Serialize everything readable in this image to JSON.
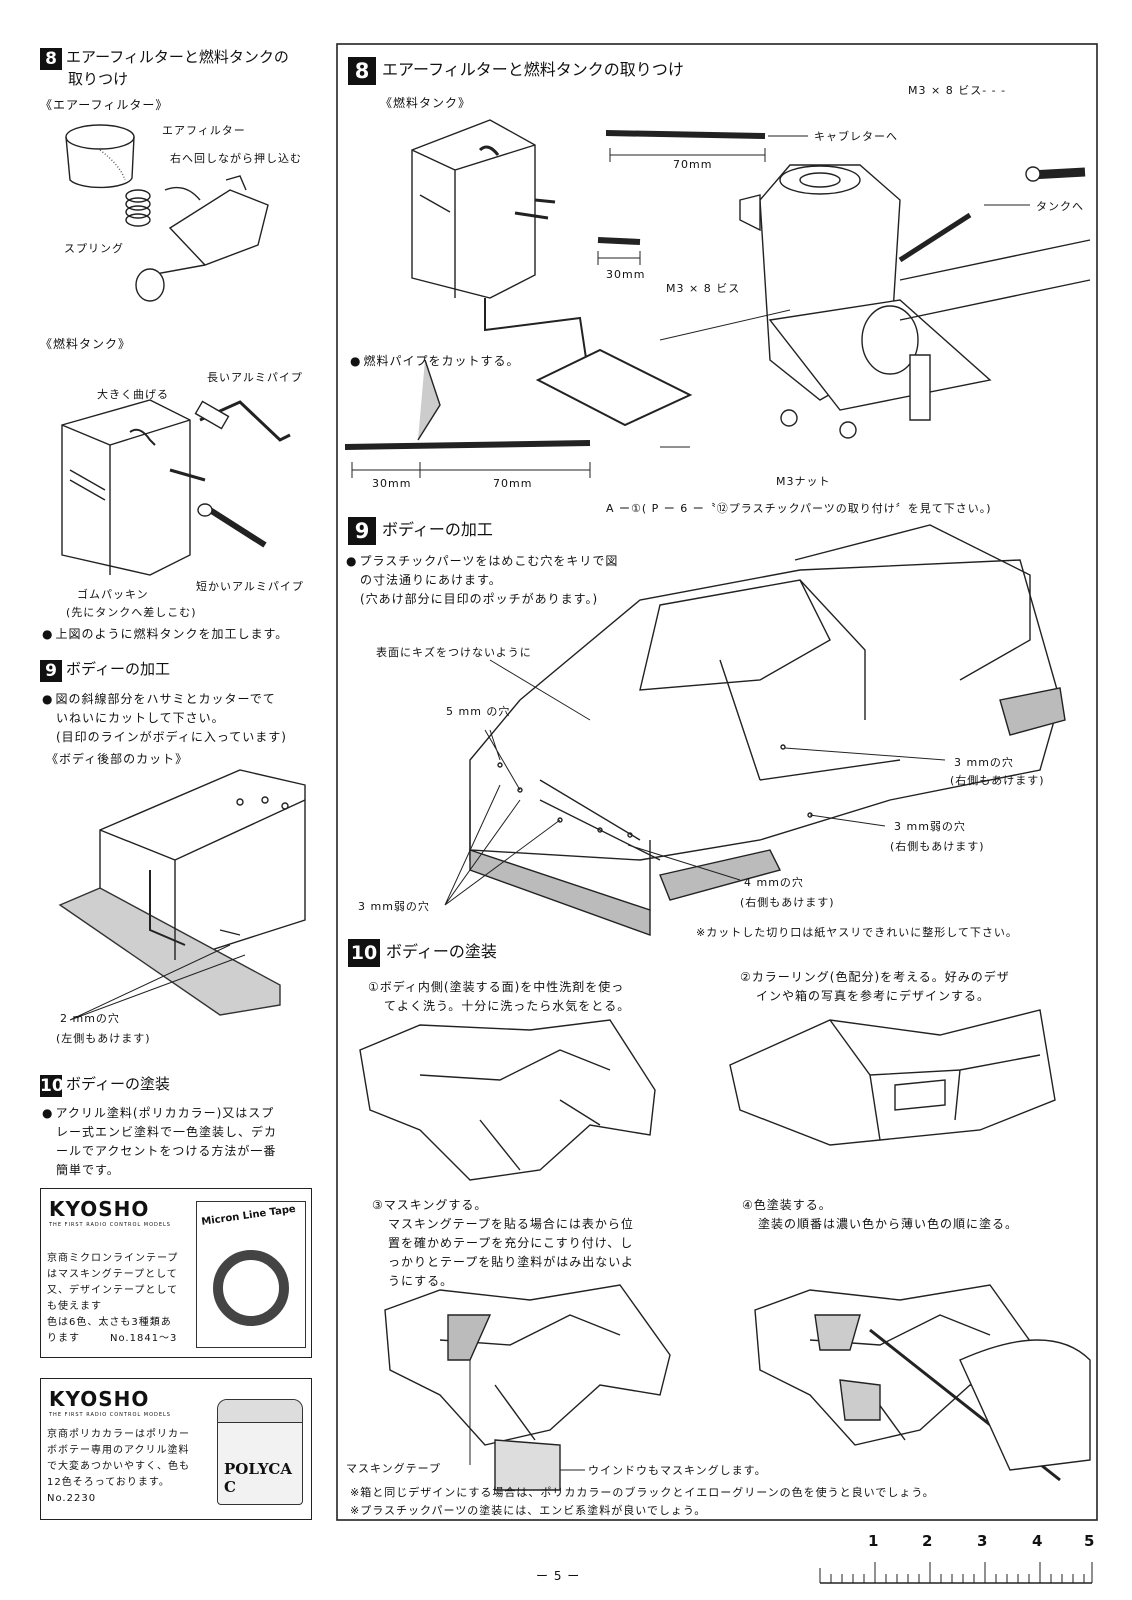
{
  "left": {
    "s8": {
      "num": "8",
      "title_line1": "エアーフィルターと燃料タンクの",
      "title_line2": "取りつけ"
    },
    "air_filter_heading": "《エアーフィルター》",
    "air_filter_labels": {
      "filter": "エアフィルター",
      "push": "右へ回しながら押し込む",
      "spring": "スプリング"
    },
    "fuel_tank_heading": "《燃料タンク》",
    "fuel_tank_labels": {
      "long_pipe": "長いアルミパイプ",
      "bend": "大きく曲げる",
      "rubber": "ゴムパッキン",
      "rubber_note": "(先にタンクへ差しこむ)",
      "short_pipe": "短かいアルミパイプ"
    },
    "fuel_tank_note": "上図のように燃料タンクを加工します。",
    "s9": {
      "num": "9",
      "title": "ボディーの加工"
    },
    "s9_text1": "図の斜線部分をハサミとカッターでて",
    "s9_text2": "いねいにカットして下さい。",
    "s9_text3": "(目印のラインがボディに入っています)",
    "body_rear_heading": "《ボディ後部のカット》",
    "hole_label": "2 mmの穴",
    "hole_note": "(左側もあけます)",
    "s10": {
      "num": "10",
      "title": "ボディーの塗装"
    },
    "s10_text1": "アクリル塗料(ポリカカラー)又はスプ",
    "s10_text2": "レー式エンビ塗料で一色塗装し、デカ",
    "s10_text3": "ールでアクセントをつける方法が一番",
    "s10_text4": "簡単です。",
    "ad1": {
      "logo": "KYOSHO",
      "tagline": "THE FIRST RADIO CONTROL MODELS",
      "product": "Micron Line Tape",
      "line1": "京商ミクロンラインテープ",
      "line2": "はマスキングテープとして",
      "line3": "又、デザインテープとして",
      "line4": "も使えます",
      "line5": "色は6色、太さも3種類あ",
      "line6": "ります",
      "code": "No.1841～3"
    },
    "ad2": {
      "logo": "KYOSHO",
      "tagline": "THE FIRST RADIO CONTROL MODELS",
      "product": "POLYCA C",
      "line1": "京商ポリカカラーはポリカー",
      "line2": "ボボテー専用のアクリル塗料",
      "line3": "で大変あつかいやすく、色も",
      "line4": "12色そろっております。",
      "code": "No.2230"
    }
  },
  "right": {
    "s8": {
      "num": "8",
      "title": "エアーフィルターと燃料タンクの取りつけ"
    },
    "screw_label": "M3 × 8 ビス- - -",
    "fuel_tank_heading": "《燃料タンク》",
    "carb_label": "キャブレターへ",
    "dim_70_top": "70mm",
    "tank_label": "タンクへ",
    "dim_30_mid": "30mm",
    "screw_label2": "M3 × 8 ビス",
    "cut_pipe": "燃料パイプをカットする。",
    "dim_30": "30mm",
    "dim_70": "70mm",
    "nut_label": "M3ナット",
    "ref_note": "A ー①( P ー 6 ー〝⑫プラスチックパーツの取り付け〞を見て下さい。)",
    "s9": {
      "num": "9",
      "title": "ボディーの加工"
    },
    "s9_text1": "プラスチックパーツをはめこむ穴をキリで図",
    "s9_text2": "の寸法通りにあけます。",
    "s9_text3": "(穴あけ部分に目印のポッチがあります。)",
    "no_scratch": "表面にキズをつけないように",
    "hole5": "5 mm の穴",
    "hole3": "3 mmの穴",
    "hole3_note": "(右側もあけます)",
    "hole3w": "3 mm弱の穴",
    "hole3w_note": "(右側もあけます)",
    "hole4": "4 mmの穴",
    "hole4_note": "(右側もあけます)",
    "hole3w_left": "3 mm弱の穴",
    "cut_note": "※カットした切り口は紙ヤスリできれいに整形して下さい。",
    "s10": {
      "num": "10",
      "title": "ボディーの塗装"
    },
    "step1_line1": "①ボディ内側(塗装する面)を中性洗剤を使っ",
    "step1_line2": "てよく洗う。十分に洗ったら水気をとる。",
    "step2_line1": "②カラーリング(色配分)を考える。好みのデザ",
    "step2_line2": "インや箱の写真を参考にデザインする。",
    "step3_line1": "③マスキングする。",
    "step3_line2": "マスキングテープを貼る場合には表から位",
    "step3_line3": "置を確かめテープを充分にこすり付け、し",
    "step3_line4": "っかりとテープを貼り塗料がはみ出ないよ",
    "step3_line5": "うにする。",
    "step4_line1": "④色塗装する。",
    "step4_line2": "塗装の順番は濃い色から薄い色の順に塗る。",
    "masking_tape": "マスキングテープ",
    "window_mask": "ウインドウもマスキングします。",
    "note1": "※箱と同じデザインにする場合は、ポリカカラーのブラックとイエローグリーンの色を使うと良いでしょう。",
    "note2": "※プラスチックパーツの塗装には、エンビ系塗料が良いでしょう。"
  },
  "footer": {
    "page": "ー 5 ー",
    "ruler": [
      "1",
      "2",
      "3",
      "4",
      "5"
    ]
  }
}
